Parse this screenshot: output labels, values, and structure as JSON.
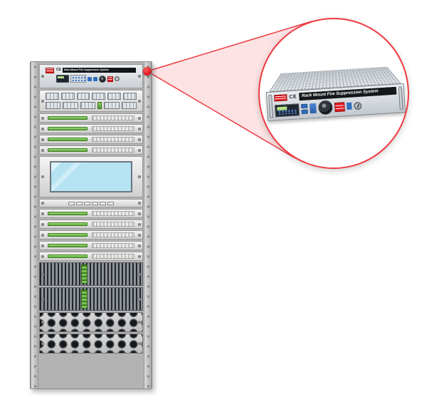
{
  "callout_unit": {
    "title": "Rack Mount Fire Suppression System",
    "ce_mark": "CE"
  },
  "rack_unit": {
    "title": "Rack Mount Fire Suppression System",
    "ce_mark": "CE"
  },
  "colors": {
    "accent_red": "#e11b22",
    "callout_border": "#ee3b42",
    "beam_fill": "rgba(238,59,66,0.14)",
    "led_green": "#6fbf44",
    "screen_blue": "#b5e3f2",
    "button_blue": "#2f6fc0",
    "panel_black": "#15171a"
  }
}
